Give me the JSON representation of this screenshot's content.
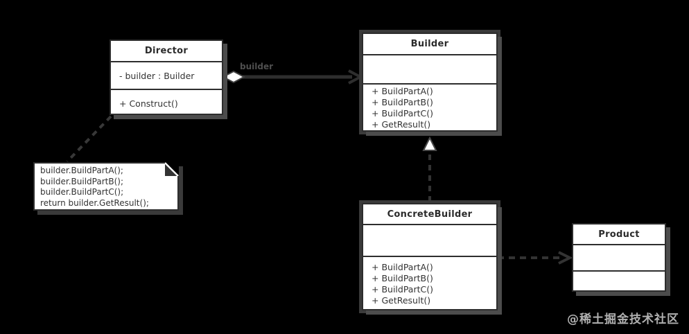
{
  "classes": {
    "director": {
      "title": "Director",
      "attributes": [
        "- builder : Builder"
      ],
      "methods": [
        "+ Construct()"
      ]
    },
    "builder": {
      "title": "Builder",
      "attributes": [],
      "methods": [
        "+ BuildPartA()",
        "+ BuildPartB()",
        "+ BuildPartC()",
        "+ GetResult()"
      ]
    },
    "concrete_builder": {
      "title": "ConcreteBuilder",
      "attributes": [],
      "methods": [
        "+ BuildPartA()",
        "+ BuildPartB()",
        "+ BuildPartC()",
        "+ GetResult()"
      ]
    },
    "product": {
      "title": "Product",
      "attributes": [],
      "methods": []
    }
  },
  "note": {
    "lines": [
      "builder.BuildPartA();",
      "builder.BuildPartB();",
      "builder.BuildPartC();",
      "return builder.GetResult();"
    ]
  },
  "edges": {
    "aggregation": {
      "type": "aggregation",
      "from": "Director",
      "to": "Builder",
      "label": "builder"
    },
    "realization": {
      "type": "realization",
      "from": "ConcreteBuilder",
      "to": "Builder"
    },
    "dependency": {
      "type": "dependency",
      "from": "ConcreteBuilder",
      "to": "Product"
    },
    "note_anchor": {
      "type": "anchor",
      "from": "Director",
      "to": "note"
    }
  },
  "watermark": "@稀土掘金技术社区",
  "colors": {
    "background": "#000000",
    "box_fill": "#ffffff",
    "box_border": "#2d2d2d",
    "line": "#333333",
    "shadow": "#4c4c4c",
    "text": "#333333",
    "edge_label": "#4f4f4f",
    "watermark": "#cfcfcf"
  }
}
